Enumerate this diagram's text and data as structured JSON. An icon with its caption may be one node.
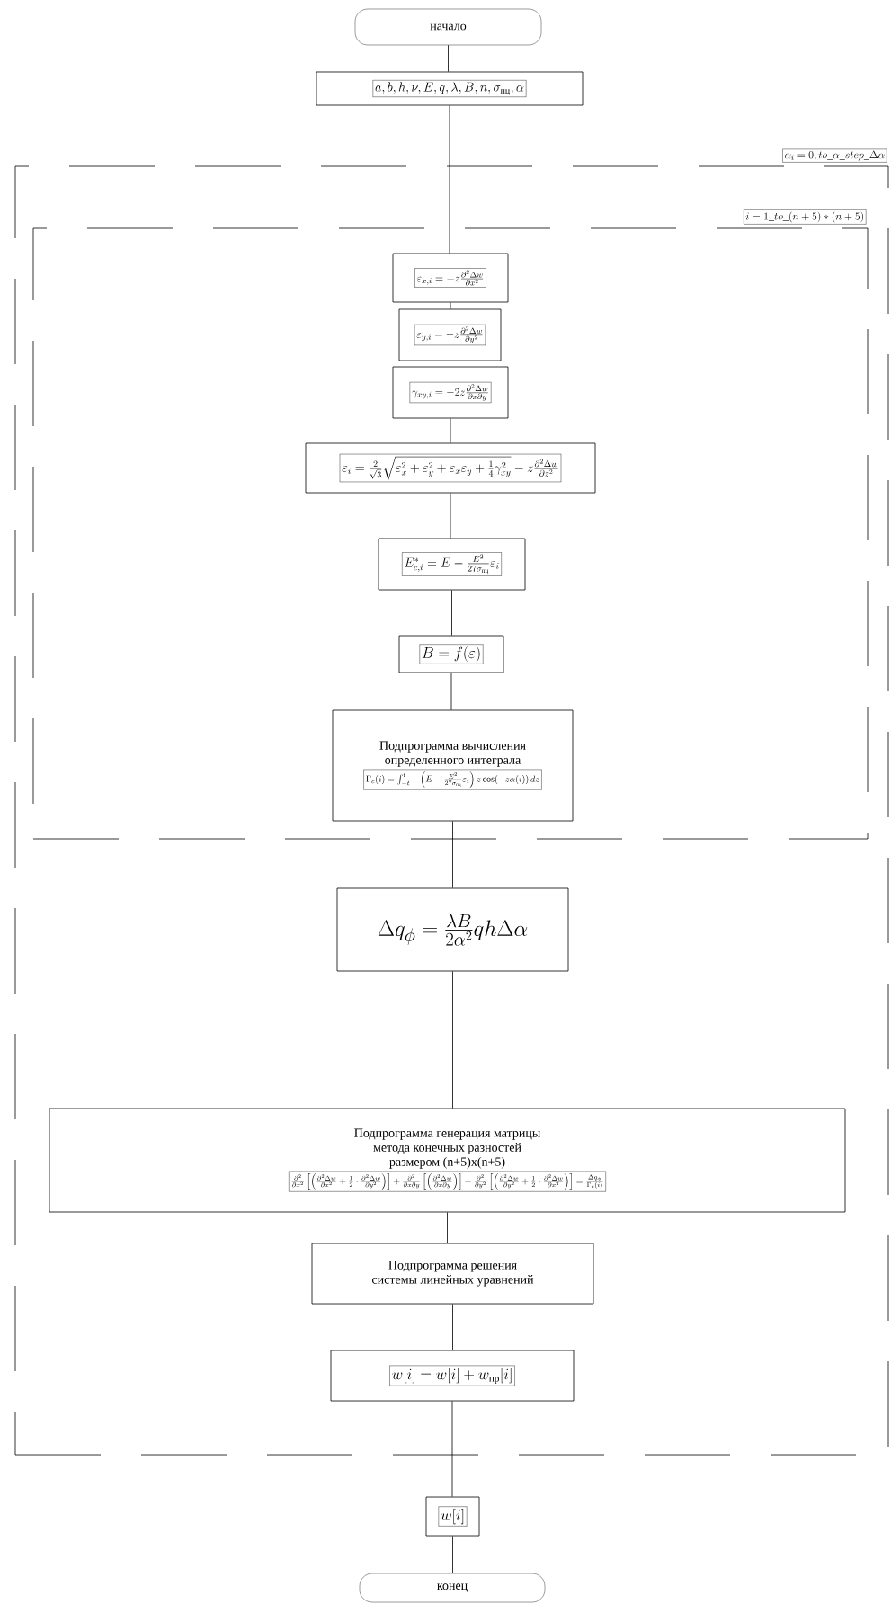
{
  "diagram": {
    "nodes": [
      {
        "text": [
          "начало"
        ]
      },
      {
        "text": [
          "a,b,h,\\nu,E,q,\\lambda,B,n,\\sigma_{\\text{пц}},\\alpha"
        ]
      },
      {
        "text": [
          "\\alpha_i=0,to\\_\\alpha\\_step\\_\\Delta\\alpha"
        ]
      },
      {
        "text": [
          "i=1\\_to\\_(n+5)*(n+5)"
        ],
        "in": 2
      },
      {
        "text": [
          "\\varepsilon_{x,i}=-z\\frac{\\partial^2\\Delta w}{\\partial x^2}"
        ],
        "in": 3
      },
      {
        "text": [
          "\\varepsilon_{y,i}=-z\\frac{\\partial^2\\Delta w}{\\partial y^2}"
        ],
        "in": 3
      },
      {
        "text": [
          "\\gamma_{xy,i}=-2z\\frac{\\partial^2\\Delta w}{\\partial x\\partial y}"
        ],
        "in": 3
      },
      {
        "text": [
          "\\varepsilon_i=\\frac{2}{\\sqrt{3}}\\sqrt{\\varepsilon_x^2+\\varepsilon_y^2+\\varepsilon_x\\varepsilon_y+\\frac{1}{4}\\gamma_{xy}^2}-z\\frac{\\partial^2\\Delta w}{\\partial z^2}"
        ],
        "in": 3
      },
      {
        "text": [
          "E^{*}_{c,i}=E-\\frac{E^2}{27\\sigma_{\\text{пц}}}\\varepsilon_i"
        ],
        "in": 3
      },
      {
        "text": [
          "B=f(\\varepsilon)"
        ],
        "in": 3
      },
      {
        "text": [
          "Подпрограмма вычисления определенного интеграла",
          "\\Gamma_c(i)=\\int_{-t}^{t}-\\left(E-\\frac{E^2}{27\\sigma_{\\text{пц}}}\\varepsilon_i\\right)z\\cos(-z\\alpha(i))\\,dz"
        ],
        "in": 3
      },
      {
        "text": [
          "\\Delta q_{\\phi}=\\frac{\\lambda B}{2\\alpha^2}qh\\Delta\\alpha"
        ],
        "in": 2
      },
      {
        "text": [
          "Подпрограмма генерация матрицы метода конечных разностей размером (n+5)x(n+5)",
          "\\frac{\\partial^2}{\\partial x^2}\\left[\\left(\\frac{\\partial^2\\Delta w}{\\partial x^2}+\\frac{1}{2}\\cdot\\frac{\\partial^2\\Delta w}{\\partial y^2}\\right)\\right]+\\frac{\\partial^2}{\\partial x\\partial y}\\left[\\left(\\frac{\\partial^2\\Delta w}{\\partial x\\partial y}\\right)\\right]+\\frac{\\partial^2}{\\partial y^2}\\left[\\left(\\frac{\\partial^2\\Delta w}{\\partial y^2}+\\frac{1}{2}\\cdot\\frac{\\partial^2\\Delta w}{\\partial x^2}\\right)\\right]=\\frac{\\Delta q_{\\phi}}{\\Gamma_c(i)}"
        ],
        "in": 2
      },
      {
        "text": [
          "Подпрограмма решения системы линейных уравнений"
        ],
        "in": 2
      },
      {
        "text": [
          "w[i]=w[i]+w_{\\text{пр}}[i]"
        ],
        "in": 2
      },
      {
        "text": [
          "w[i]"
        ]
      },
      {
        "text": [
          "конец"
        ]
      }
    ],
    "edges": [
      {
        "from": 0,
        "to": 1,
        "arrow": "none"
      },
      {
        "from": 1,
        "to": 4,
        "arrow": "none"
      },
      {
        "from": 4,
        "to": 5,
        "arrow": "none"
      },
      {
        "from": 5,
        "to": 6,
        "arrow": "none"
      },
      {
        "from": 6,
        "to": 7,
        "arrow": "none"
      },
      {
        "from": 7,
        "to": 8,
        "arrow": "none"
      },
      {
        "from": 8,
        "to": 9,
        "arrow": "none"
      },
      {
        "from": 9,
        "to": 10,
        "arrow": "none"
      },
      {
        "from": 10,
        "to": 11,
        "arrow": "none"
      },
      {
        "from": 11,
        "to": 12,
        "arrow": "none"
      },
      {
        "from": 12,
        "to": 13,
        "arrow": "none"
      },
      {
        "from": 13,
        "to": 14,
        "arrow": "none"
      },
      {
        "from": 14,
        "to": 15,
        "arrow": "none"
      },
      {
        "from": 15,
        "to": 16,
        "arrow": "none"
      }
    ]
  }
}
